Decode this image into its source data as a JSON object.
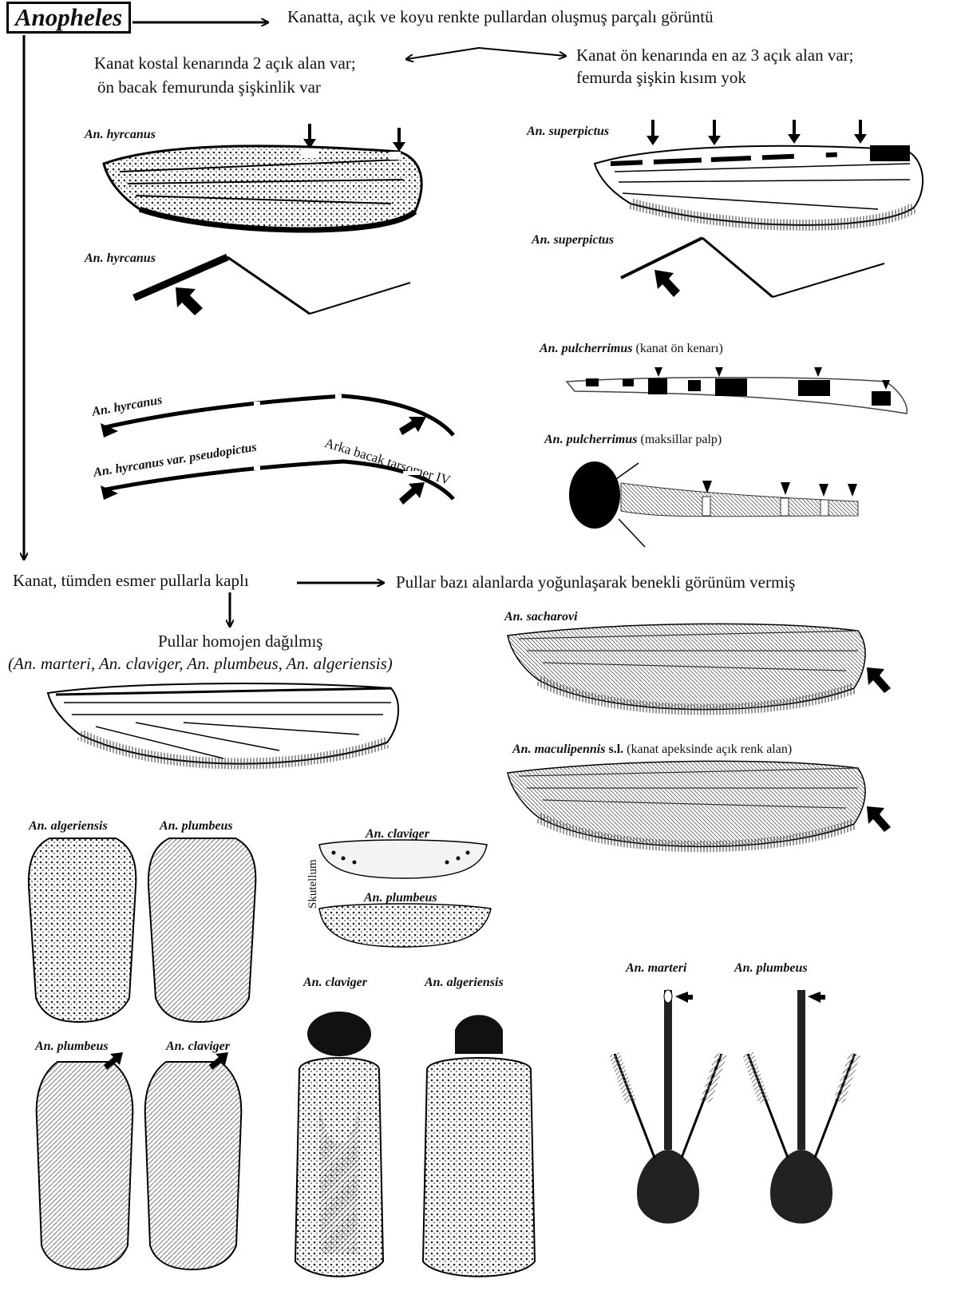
{
  "title": "Anopheles",
  "texts": {
    "top": "Kanatta, açık ve koyu renkte pullardan oluşmuş parçalı görüntü",
    "left_a": "Kanat kostal kenarında 2 açık alan var;",
    "left_b": "ön bacak femurunda şişkinlik var",
    "right_a": "Kanat ön kenarında en az 3 açık alan var;",
    "right_b": "femurda şişkin kısım yok",
    "mid_left": "Kanat, tümden esmer pullarla kaplı",
    "mid_right": "Pullar bazı alanlarda yoğunlaşarak benekli görünüm vermiş",
    "homo": "Pullar homojen dağılmış",
    "homo_list": "(An. marteri, An. claviger, An. plumbeus, An. algeriensis)",
    "arka": "Arka bacak tarsomer IV",
    "skutellum": "Skutellum"
  },
  "labels": {
    "hyrcanus_wing": "An. hyrcanus",
    "hyrcanus_leg": "An. hyrcanus",
    "hyrcanus_tarsus": "An. hyrcanus",
    "hyrcanus_var_a": "An. hyrcanus var.",
    "hyrcanus_var_b": "pseudopictus",
    "superpictus_wing": "An. superpictus",
    "superpictus_leg": "An. superpictus",
    "pulcherrimus_wing": "An. pulcherrimus",
    "pulcherrimus_wing_note": "(kanat ön kenarı)",
    "pulcherrimus_palp": "An. pulcherrimus",
    "pulcherrimus_palp_note": "(maksillar palp)",
    "sacharovi": "An. sacharovi",
    "maculipennis": "An. maculipennis",
    "maculipennis_sl": "s.l.",
    "maculipennis_note": "(kanat apeksinde  açık renk alan)",
    "algeriensis_scutum": "An. algeriensis",
    "plumbeus_scutum": "An. plumbeus",
    "claviger_scut": "An. claviger",
    "plumbeus_scut": "An. plumbeus",
    "plumbeus_scutum2": "An. plumbeus",
    "claviger_scutum2": "An. claviger",
    "claviger_thorax": "An. claviger",
    "algeriensis_thorax": "An. algeriensis",
    "marteri_head": "An. marteri",
    "plumbeus_head": "An. plumbeus"
  }
}
